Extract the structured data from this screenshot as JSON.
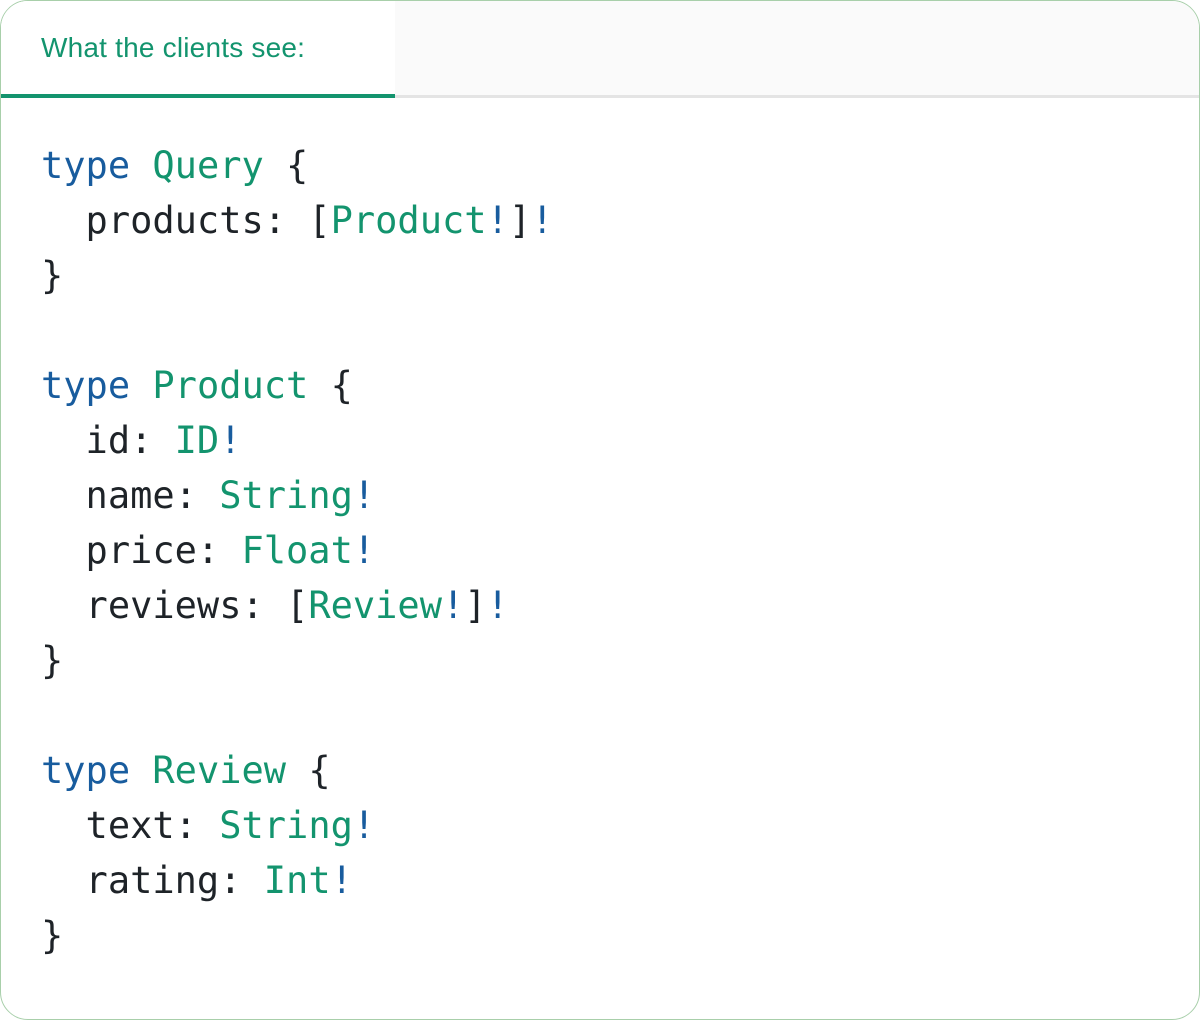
{
  "tab": {
    "label": "What the clients see:"
  },
  "colors": {
    "accent_teal": "#13946E",
    "keyword_blue": "#185C9E",
    "code_text": "#1E2328",
    "divider_gray": "#E4E4E4",
    "header_bg": "#FAFAFA",
    "card_border": "#A8CFAA",
    "card_bg": "#FFFFFF"
  },
  "code": {
    "language": "graphql",
    "lines": [
      [
        [
          "type",
          "kw"
        ],
        [
          " ",
          "pl"
        ],
        [
          "Query",
          "ty"
        ],
        [
          " {",
          "pl"
        ]
      ],
      [
        [
          "  products: [",
          "pl"
        ],
        [
          "Product",
          "ty"
        ],
        [
          "!",
          "kw"
        ],
        [
          "]",
          "pl"
        ],
        [
          "!",
          "kw"
        ]
      ],
      [
        [
          "}",
          "pl"
        ]
      ],
      [],
      [
        [
          "type",
          "kw"
        ],
        [
          " ",
          "pl"
        ],
        [
          "Product",
          "ty"
        ],
        [
          " {",
          "pl"
        ]
      ],
      [
        [
          "  id: ",
          "pl"
        ],
        [
          "ID",
          "ty"
        ],
        [
          "!",
          "kw"
        ]
      ],
      [
        [
          "  name: ",
          "pl"
        ],
        [
          "String",
          "ty"
        ],
        [
          "!",
          "kw"
        ]
      ],
      [
        [
          "  price: ",
          "pl"
        ],
        [
          "Float",
          "ty"
        ],
        [
          "!",
          "kw"
        ]
      ],
      [
        [
          "  reviews: [",
          "pl"
        ],
        [
          "Review",
          "ty"
        ],
        [
          "!",
          "kw"
        ],
        [
          "]",
          "pl"
        ],
        [
          "!",
          "kw"
        ]
      ],
      [
        [
          "}",
          "pl"
        ]
      ],
      [],
      [
        [
          "type",
          "kw"
        ],
        [
          " ",
          "pl"
        ],
        [
          "Review",
          "ty"
        ],
        [
          " {",
          "pl"
        ]
      ],
      [
        [
          "  text: ",
          "pl"
        ],
        [
          "String",
          "ty"
        ],
        [
          "!",
          "kw"
        ]
      ],
      [
        [
          "  rating: ",
          "pl"
        ],
        [
          "Int",
          "ty"
        ],
        [
          "!",
          "kw"
        ]
      ],
      [
        [
          "}",
          "pl"
        ]
      ]
    ]
  }
}
